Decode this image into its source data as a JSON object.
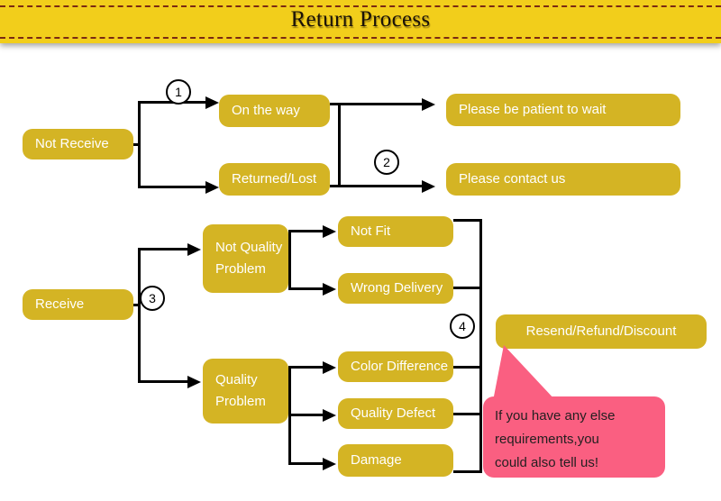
{
  "header": {
    "title": "Return Process"
  },
  "flow": {
    "start_nodes": [
      {
        "id": "not-receive",
        "label": "Not Receive"
      },
      {
        "id": "receive",
        "label": "Receive"
      }
    ],
    "not_receive_branch": [
      {
        "id": "on-the-way",
        "label": "On the way",
        "outcome": "Please be patient to wait"
      },
      {
        "id": "returned-lost",
        "label": "Returned/Lost",
        "outcome": "Please contact us"
      }
    ],
    "receive_branch": [
      {
        "id": "not-quality-problem",
        "label": "Not Quality Problem",
        "reasons": [
          {
            "id": "not-fit",
            "label": "Not Fit"
          },
          {
            "id": "wrong-delivery",
            "label": "Wrong Delivery"
          }
        ]
      },
      {
        "id": "quality-problem",
        "label": "Quality Problem",
        "reasons": [
          {
            "id": "color-difference",
            "label": "Color Difference"
          },
          {
            "id": "quality-defect",
            "label": "Quality Defect"
          },
          {
            "id": "damage",
            "label": "Damage"
          }
        ]
      }
    ],
    "final_outcome": "Resend/Refund/Discount",
    "steps": [
      {
        "number": "1"
      },
      {
        "number": "2"
      },
      {
        "number": "3"
      },
      {
        "number": "4"
      }
    ]
  },
  "callout": {
    "line1": "If you have any else",
    "line2": "requirements,you",
    "line3": "could also tell us!"
  },
  "colors": {
    "banner": "#f2ce1b",
    "node": "#d4b424",
    "callout": "#fa5f81",
    "line": "#000000",
    "node_text": "#ffffff"
  }
}
